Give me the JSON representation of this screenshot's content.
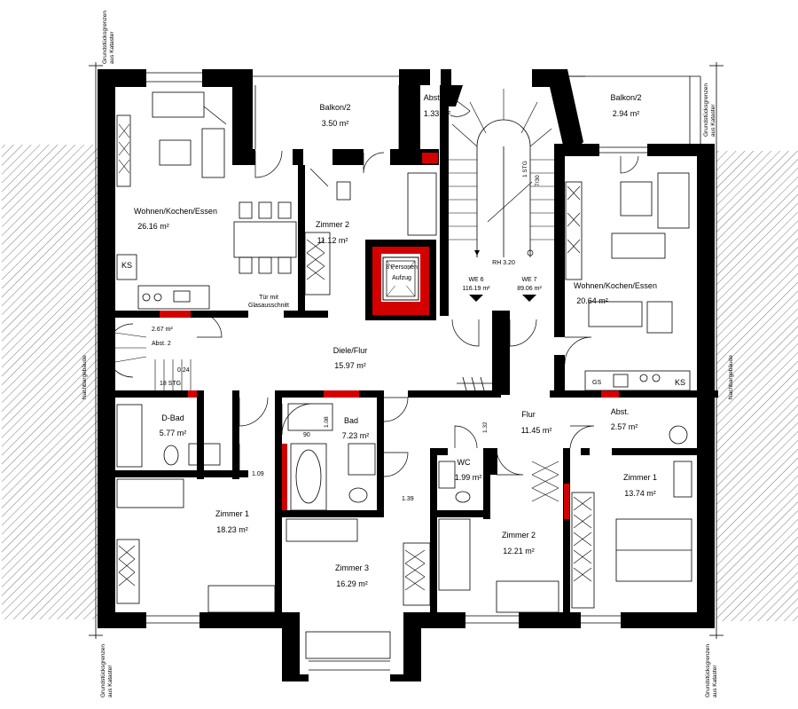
{
  "rooms": [
    {
      "id": "balkon-left",
      "name": "Balkon/2",
      "area": "3.50 m²"
    },
    {
      "id": "abst-top",
      "name": "Abst.",
      "area": "1.33 m²"
    },
    {
      "id": "balkon-right",
      "name": "Balkon/2",
      "area": "2.94 m²"
    },
    {
      "id": "wohnen-left",
      "name": "Wohnen/Kochen/Essen",
      "area": "26.16 m²"
    },
    {
      "id": "zimmer2-top",
      "name": "Zimmer 2",
      "area": "11.12 m²"
    },
    {
      "id": "wohnen-right",
      "name": "Wohnen/Kochen/Essen",
      "area": "20.64 m²"
    },
    {
      "id": "abst2",
      "name": "Abst. 2",
      "area": "2.67 m²"
    },
    {
      "id": "diele",
      "name": "Diele/Flur",
      "area": "15.97 m²"
    },
    {
      "id": "dbad",
      "name": "D-Bad",
      "area": "5.77 m²"
    },
    {
      "id": "bad",
      "name": "Bad",
      "area": "7.23 m²"
    },
    {
      "id": "flur",
      "name": "Flur",
      "area": "11.45 m²"
    },
    {
      "id": "abst-right",
      "name": "Abst.",
      "area": "2.57 m²"
    },
    {
      "id": "wc",
      "name": "WC",
      "area": "1.99 m²"
    },
    {
      "id": "zimmer1-left",
      "name": "Zimmer 1",
      "area": "18.23 m²"
    },
    {
      "id": "zimmer3",
      "name": "Zimmer 3",
      "area": "16.29 m²"
    },
    {
      "id": "zimmer2-bottom",
      "name": "Zimmer 2",
      "area": "12.21 m²"
    },
    {
      "id": "zimmer1-right",
      "name": "Zimmer 1",
      "area": "13.74 m²"
    }
  ],
  "units": [
    {
      "name": "WE 6",
      "area": "116.19 m²"
    },
    {
      "name": "WE 7",
      "area": "89.06 m²"
    }
  ],
  "labels": {
    "rh": "RH 3.20",
    "stg_right": "1 STG",
    "stg_ratio": "7/30",
    "stg_left": "18 STG",
    "stg_left_dim": "0.24",
    "lift_top": "8 Personen",
    "lift_bottom": "Aufzug",
    "door_note_1": "Tür mit",
    "door_note_2": "Glasausschnitt",
    "ks_left": "KS",
    "ks_right": "KS",
    "gs": "GS",
    "dim_090": "90",
    "dim_108": "1.08",
    "dim_132": "1.32",
    "dim_109": "1.09",
    "dim_139": "1.39",
    "neighbor_left": "Nachbargebäude",
    "neighbor_right": "Nachbargebäude",
    "boundary_1": "Grundstücksgrenzen",
    "boundary_2": "aus Kataster"
  }
}
